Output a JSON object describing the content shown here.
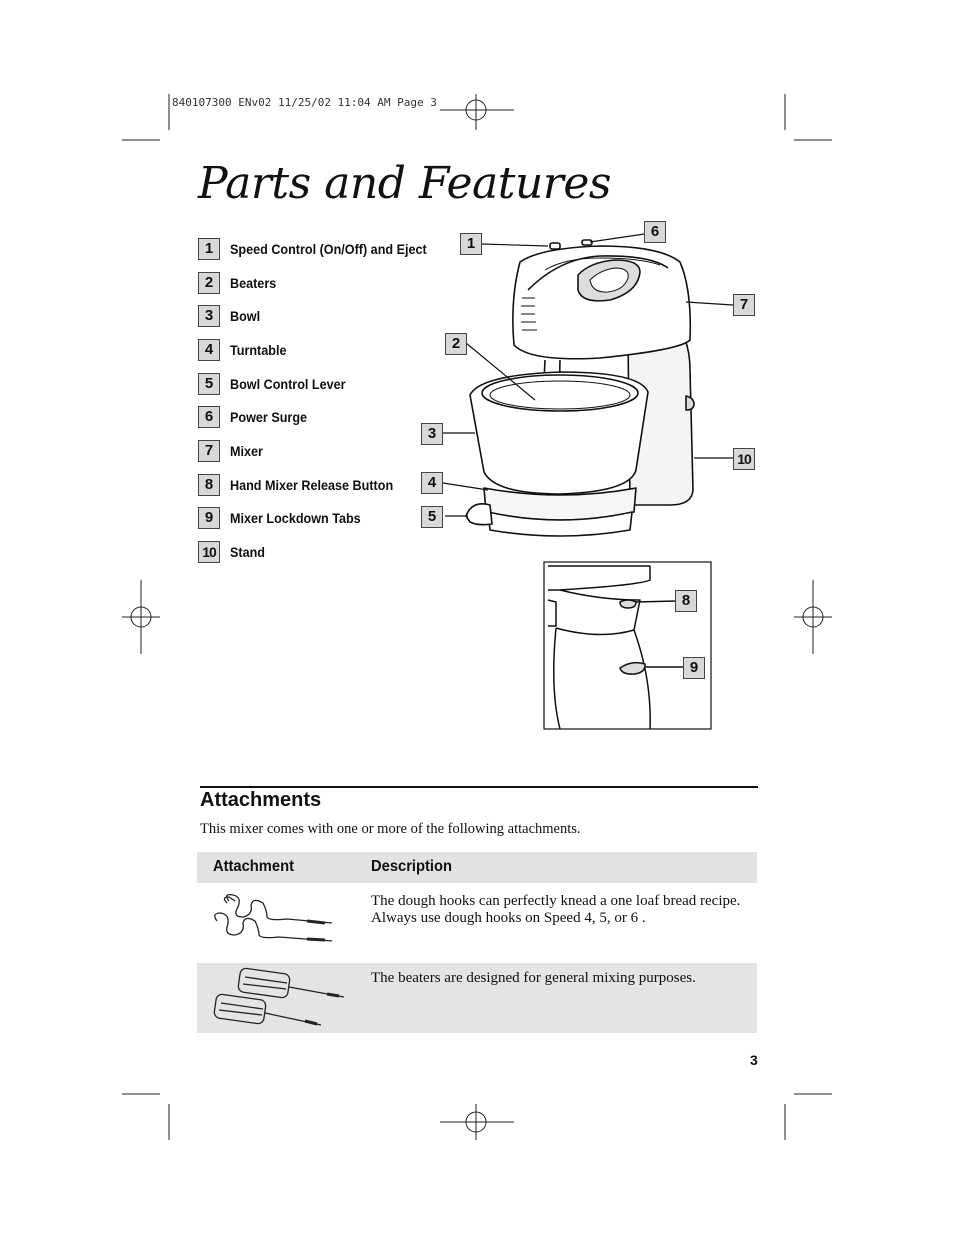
{
  "header_stamp": "840107300 ENv02  11/25/02  11:04 AM  Page 3",
  "title": "Parts and Features",
  "parts": [
    {
      "num": "1",
      "label": "Speed Control (On/Off) and Eject"
    },
    {
      "num": "2",
      "label": "Beaters"
    },
    {
      "num": "3",
      "label": "Bowl"
    },
    {
      "num": "4",
      "label": "Turntable"
    },
    {
      "num": "5",
      "label": "Bowl Control Lever"
    },
    {
      "num": "6",
      "label": "Power Surge"
    },
    {
      "num": "7",
      "label": "Mixer"
    },
    {
      "num": "8",
      "label": "Hand Mixer Release Button"
    },
    {
      "num": "9",
      "label": "Mixer Lockdown Tabs"
    },
    {
      "num": "10",
      "label": "Stand"
    }
  ],
  "callouts": {
    "c1": "1",
    "c2": "2",
    "c3": "3",
    "c4": "4",
    "c5": "5",
    "c6": "6",
    "c7": "7",
    "c8": "8",
    "c9": "9",
    "c10": "10"
  },
  "attachments": {
    "section_title": "Attachments",
    "intro": "This mixer comes with one or more of the following attachments.",
    "col_attachment": "Attachment",
    "col_description": "Description",
    "rows": [
      {
        "icon": "dough-hooks-icon",
        "description": "The dough hooks can perfectly knead a one loaf bread recipe. Always use dough hooks on Speed 4, 5, or 6 ."
      },
      {
        "icon": "beaters-icon",
        "description": "The beaters are designed for general mixing purposes."
      }
    ]
  },
  "page_number": "3"
}
